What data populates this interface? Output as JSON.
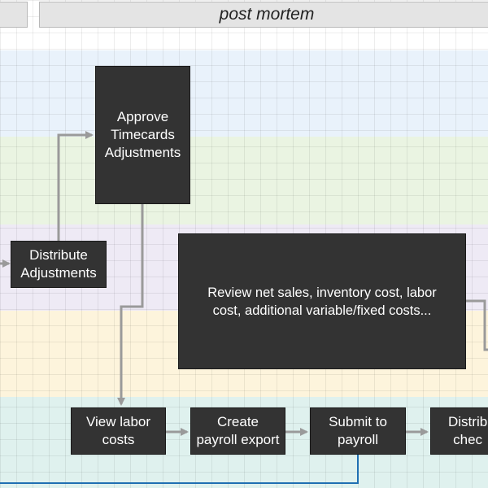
{
  "header": {
    "title": "post mortem"
  },
  "nodes": {
    "approve": {
      "label": "Approve Timecards Adjustments",
      "lines": [
        "Approve",
        "Timecards",
        "Adjustments"
      ]
    },
    "distribute_adjustments": {
      "label": "Distribute Adjustments",
      "lines": [
        "Distribute",
        "Adjustments"
      ]
    },
    "review": {
      "label": "Review net sales, inventory cost, labor cost, additional variable/fixed costs...",
      "lines": [
        "Review net sales, inventory cost, labor",
        "cost, additional variable/fixed costs..."
      ]
    },
    "view_labor": {
      "label": "View labor costs",
      "lines": [
        "View labor",
        "costs"
      ]
    },
    "create_export": {
      "label": "Create payroll export",
      "lines": [
        "Create",
        "payroll export"
      ]
    },
    "submit_payroll": {
      "label": "Submit to payroll",
      "lines": [
        "Submit to",
        "payroll"
      ]
    },
    "distribute_checks": {
      "label": "Distrib… chec…",
      "lines": [
        "Distrib",
        "chec"
      ]
    }
  },
  "colors": {
    "node_fill": "#333333",
    "node_text": "#ffffff",
    "arrow": "#9a9a9a",
    "blue_line": "#1f6fb2"
  }
}
